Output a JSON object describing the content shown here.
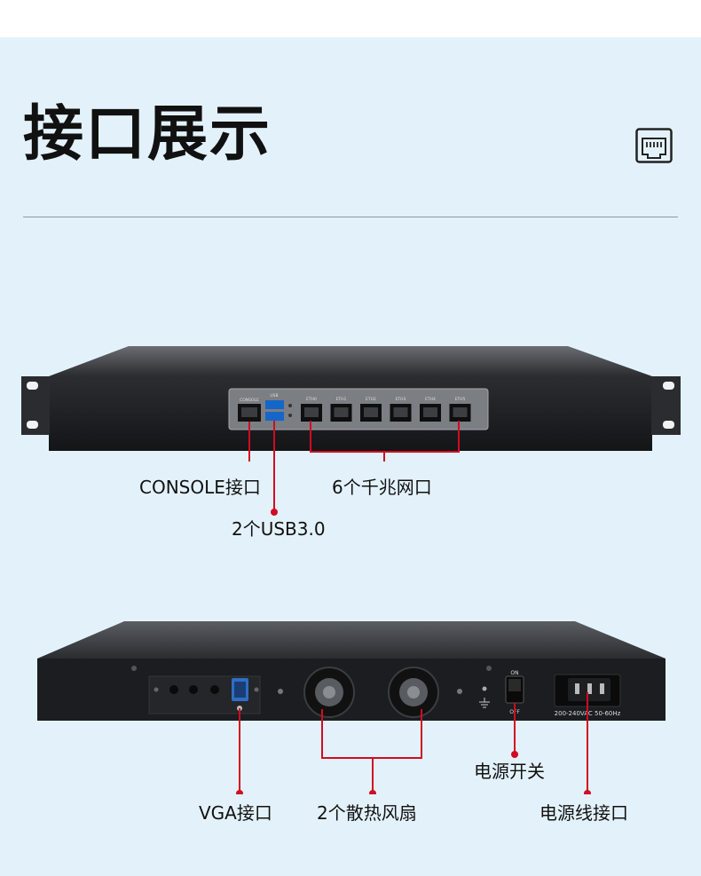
{
  "header": {
    "title": "接口展示",
    "icon": "rj45-port-icon"
  },
  "front_panel": {
    "port_labels": [
      "ETH0",
      "ETH1",
      "ETH2",
      "ETH3",
      "ETH4",
      "ETH5"
    ],
    "console_print": "CONSOLE",
    "usb_print": "USB",
    "callouts": {
      "console": "CONSOLE接口",
      "usb": "2个USB3.0",
      "lan": "6个千兆网口"
    }
  },
  "back_panel": {
    "switch_on": "ON",
    "switch_off": "OFF",
    "power_rating": "200-240VAC 50-60Hz",
    "callouts": {
      "vga": "VGA接口",
      "fans": "2个散热风扇",
      "power_switch": "电源开关",
      "power_socket": "电源线接口"
    }
  },
  "colors": {
    "accent": "#d20b22",
    "background": "#e3f2fa",
    "chassis": "#1b1d20"
  }
}
